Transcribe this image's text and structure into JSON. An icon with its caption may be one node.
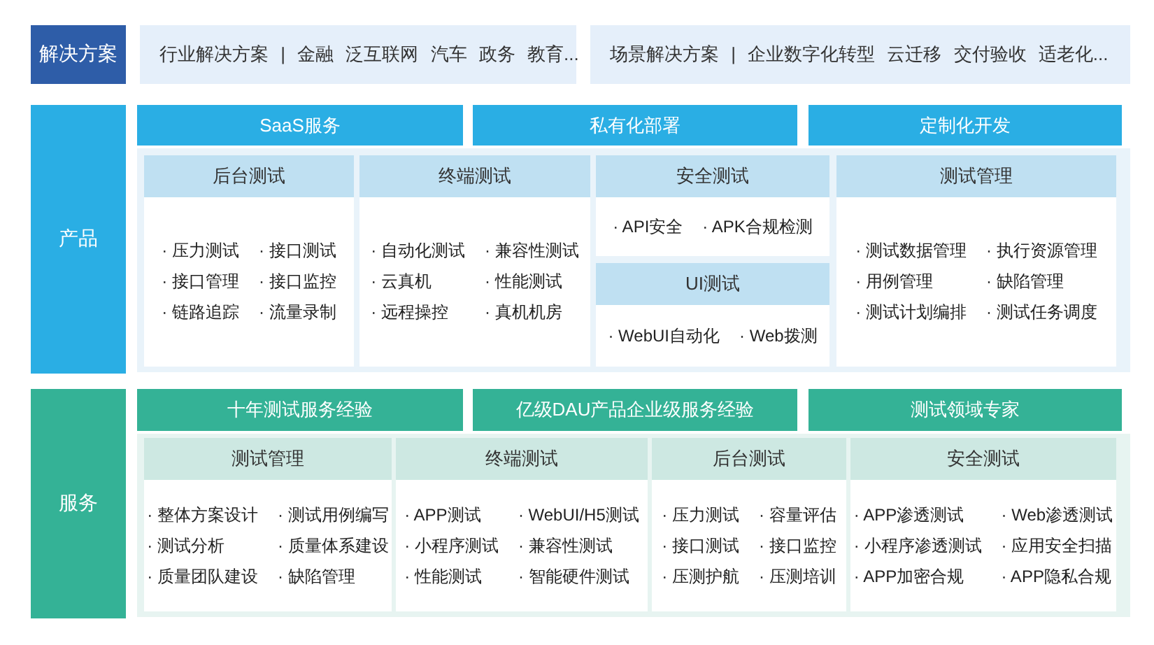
{
  "diagram": {
    "nodes": [
      {
        "text": [
          "解决方案"
        ]
      },
      {
        "text": [
          "行业解决方案 | 金融 泛互联网 汽车 政务 教育..."
        ]
      },
      {
        "text": [
          "场景解决方案 | 企业数字化转型 云迁移 交付验收 适老化..."
        ]
      },
      {
        "text": [
          "产品"
        ]
      },
      {
        "text": [
          "SaaS服务"
        ]
      },
      {
        "text": [
          "私有化部署"
        ]
      },
      {
        "text": [
          "定制化开发"
        ]
      },
      {
        "text": [
          "后台测试",
          "· 压力测试",
          "· 接口测试",
          "· 接口管理",
          "· 接口监控",
          "· 链路追踪",
          "· 流量录制"
        ]
      },
      {
        "text": [
          "终端测试",
          "· 自动化测试",
          "· 兼容性测试",
          "· 云真机",
          "· 性能测试",
          "· 远程操控",
          "· 真机机房"
        ]
      },
      {
        "text": [
          "安全测试",
          "· API安全",
          "· APK合规检测"
        ]
      },
      {
        "text": [
          "UI测试",
          "· WebUI自动化",
          "· Web拨测"
        ]
      },
      {
        "text": [
          "测试管理",
          "· 测试数据管理",
          "· 执行资源管理",
          "· 用例管理",
          "· 缺陷管理",
          "· 测试计划编排",
          "· 测试任务调度"
        ]
      },
      {
        "text": [
          "服务"
        ]
      },
      {
        "text": [
          "十年测试服务经验"
        ]
      },
      {
        "text": [
          "亿级DAU产品企业级服务经验"
        ]
      },
      {
        "text": [
          "测试领域专家"
        ]
      },
      {
        "text": [
          "测试管理",
          "· 整体方案设计",
          "· 测试用例编写",
          "· 测试分析",
          "· 质量体系建设",
          "· 质量团队建设",
          "· 缺陷管理"
        ]
      },
      {
        "text": [
          "终端测试",
          "· APP测试",
          "· WebUI/H5测试",
          "· 小程序测试",
          "· 兼容性测试",
          "· 性能测试",
          "· 智能硬件测试"
        ]
      },
      {
        "text": [
          "后台测试",
          "· 压力测试",
          "· 容量评估",
          "· 接口测试",
          "· 接口监控",
          "· 压测护航",
          "· 压测培训"
        ]
      },
      {
        "text": [
          "安全测试",
          "· APP渗透测试",
          "· Web渗透测试",
          "· 小程序渗透测试",
          "· 应用安全扫描",
          "· APP加密合规",
          "· APP隐私合规"
        ]
      }
    ]
  }
}
